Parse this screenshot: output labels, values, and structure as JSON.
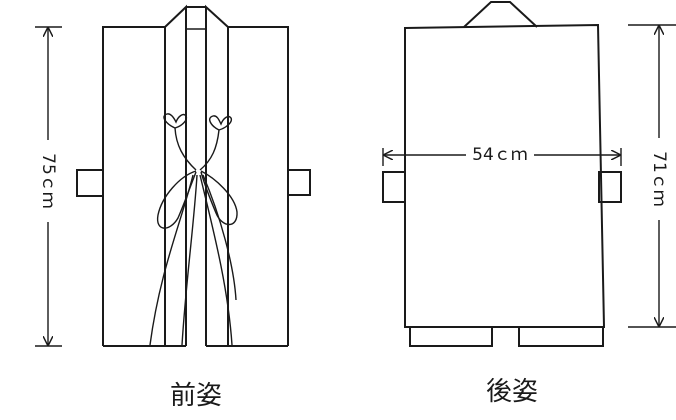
{
  "front": {
    "caption": "前姿",
    "dim_height": "75ｃｍ"
  },
  "back": {
    "caption": "後姿",
    "dim_width": "54ｃｍ",
    "dim_height": "71ｃｍ"
  },
  "colors": {
    "line": "#1a1a1a",
    "background": "#ffffff"
  }
}
